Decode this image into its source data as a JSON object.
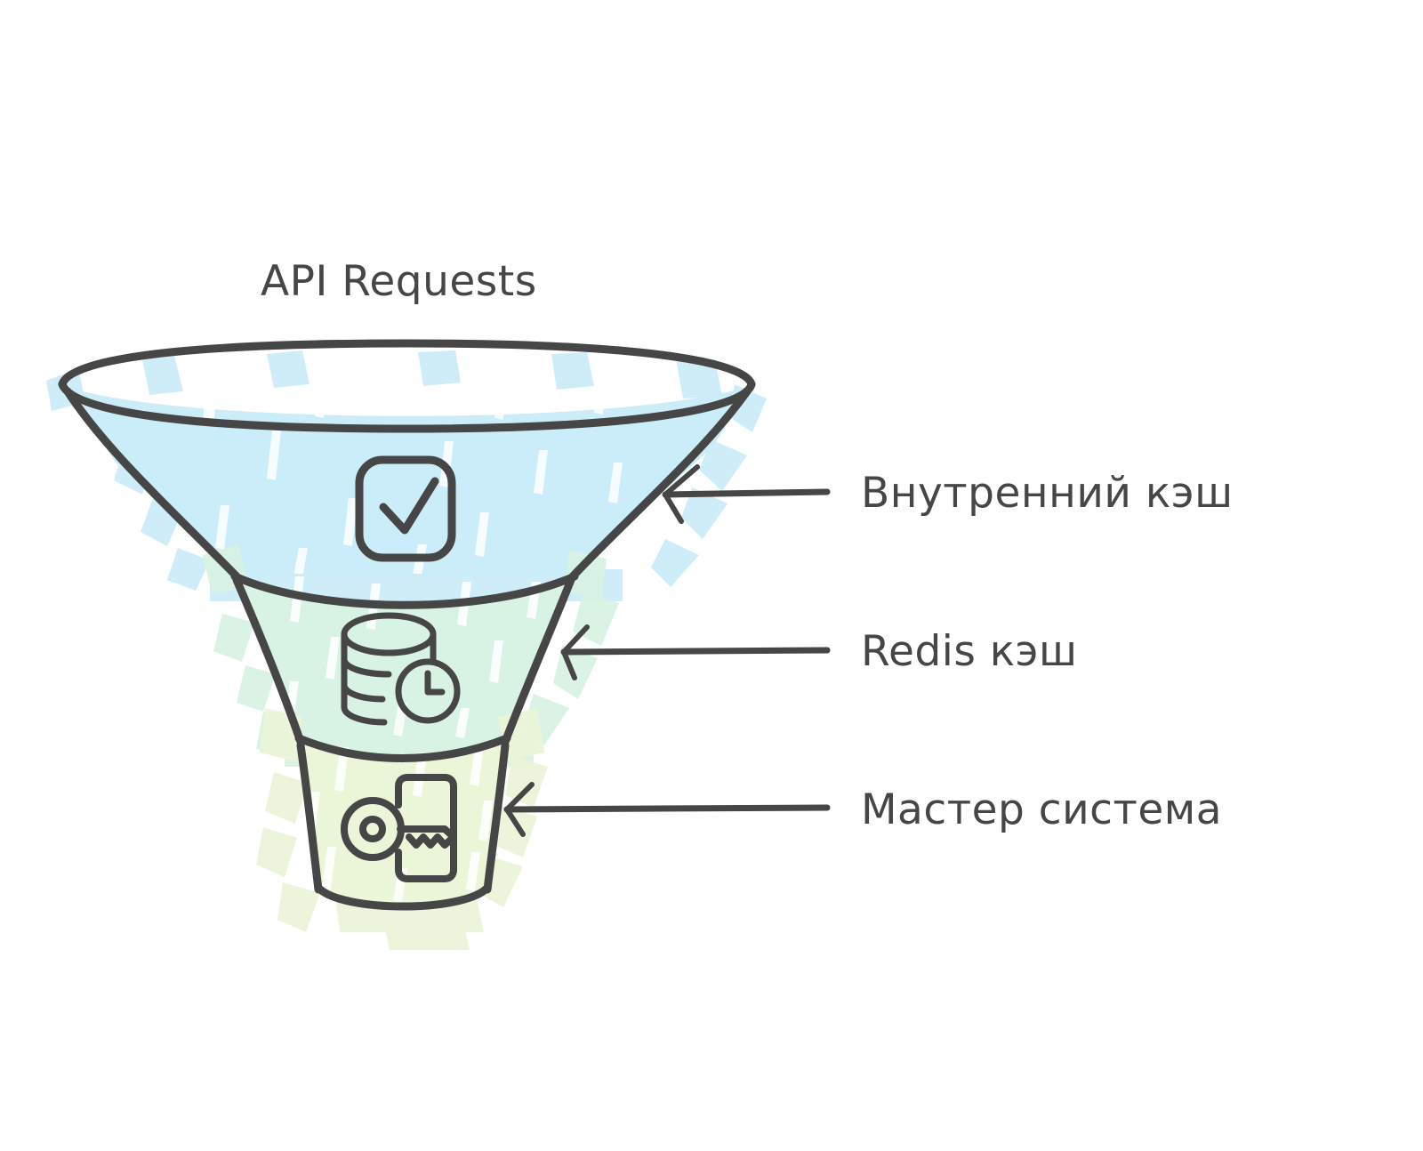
{
  "diagram": {
    "type": "funnel",
    "title": "API Requests",
    "background_color": "#ffffff",
    "stroke_color": "#464646",
    "stages": [
      {
        "label": "Внутренний кэш",
        "fill_color": "#cbecf9",
        "icon": "checkbox-check-icon",
        "order": 1
      },
      {
        "label": "Redis кэш",
        "fill_color": "#d8f2e3",
        "icon": "database-clock-icon",
        "order": 2
      },
      {
        "label": "Мастер система",
        "fill_color": "#ebf5d8",
        "icon": "key-door-icon",
        "order": 3
      }
    ]
  }
}
